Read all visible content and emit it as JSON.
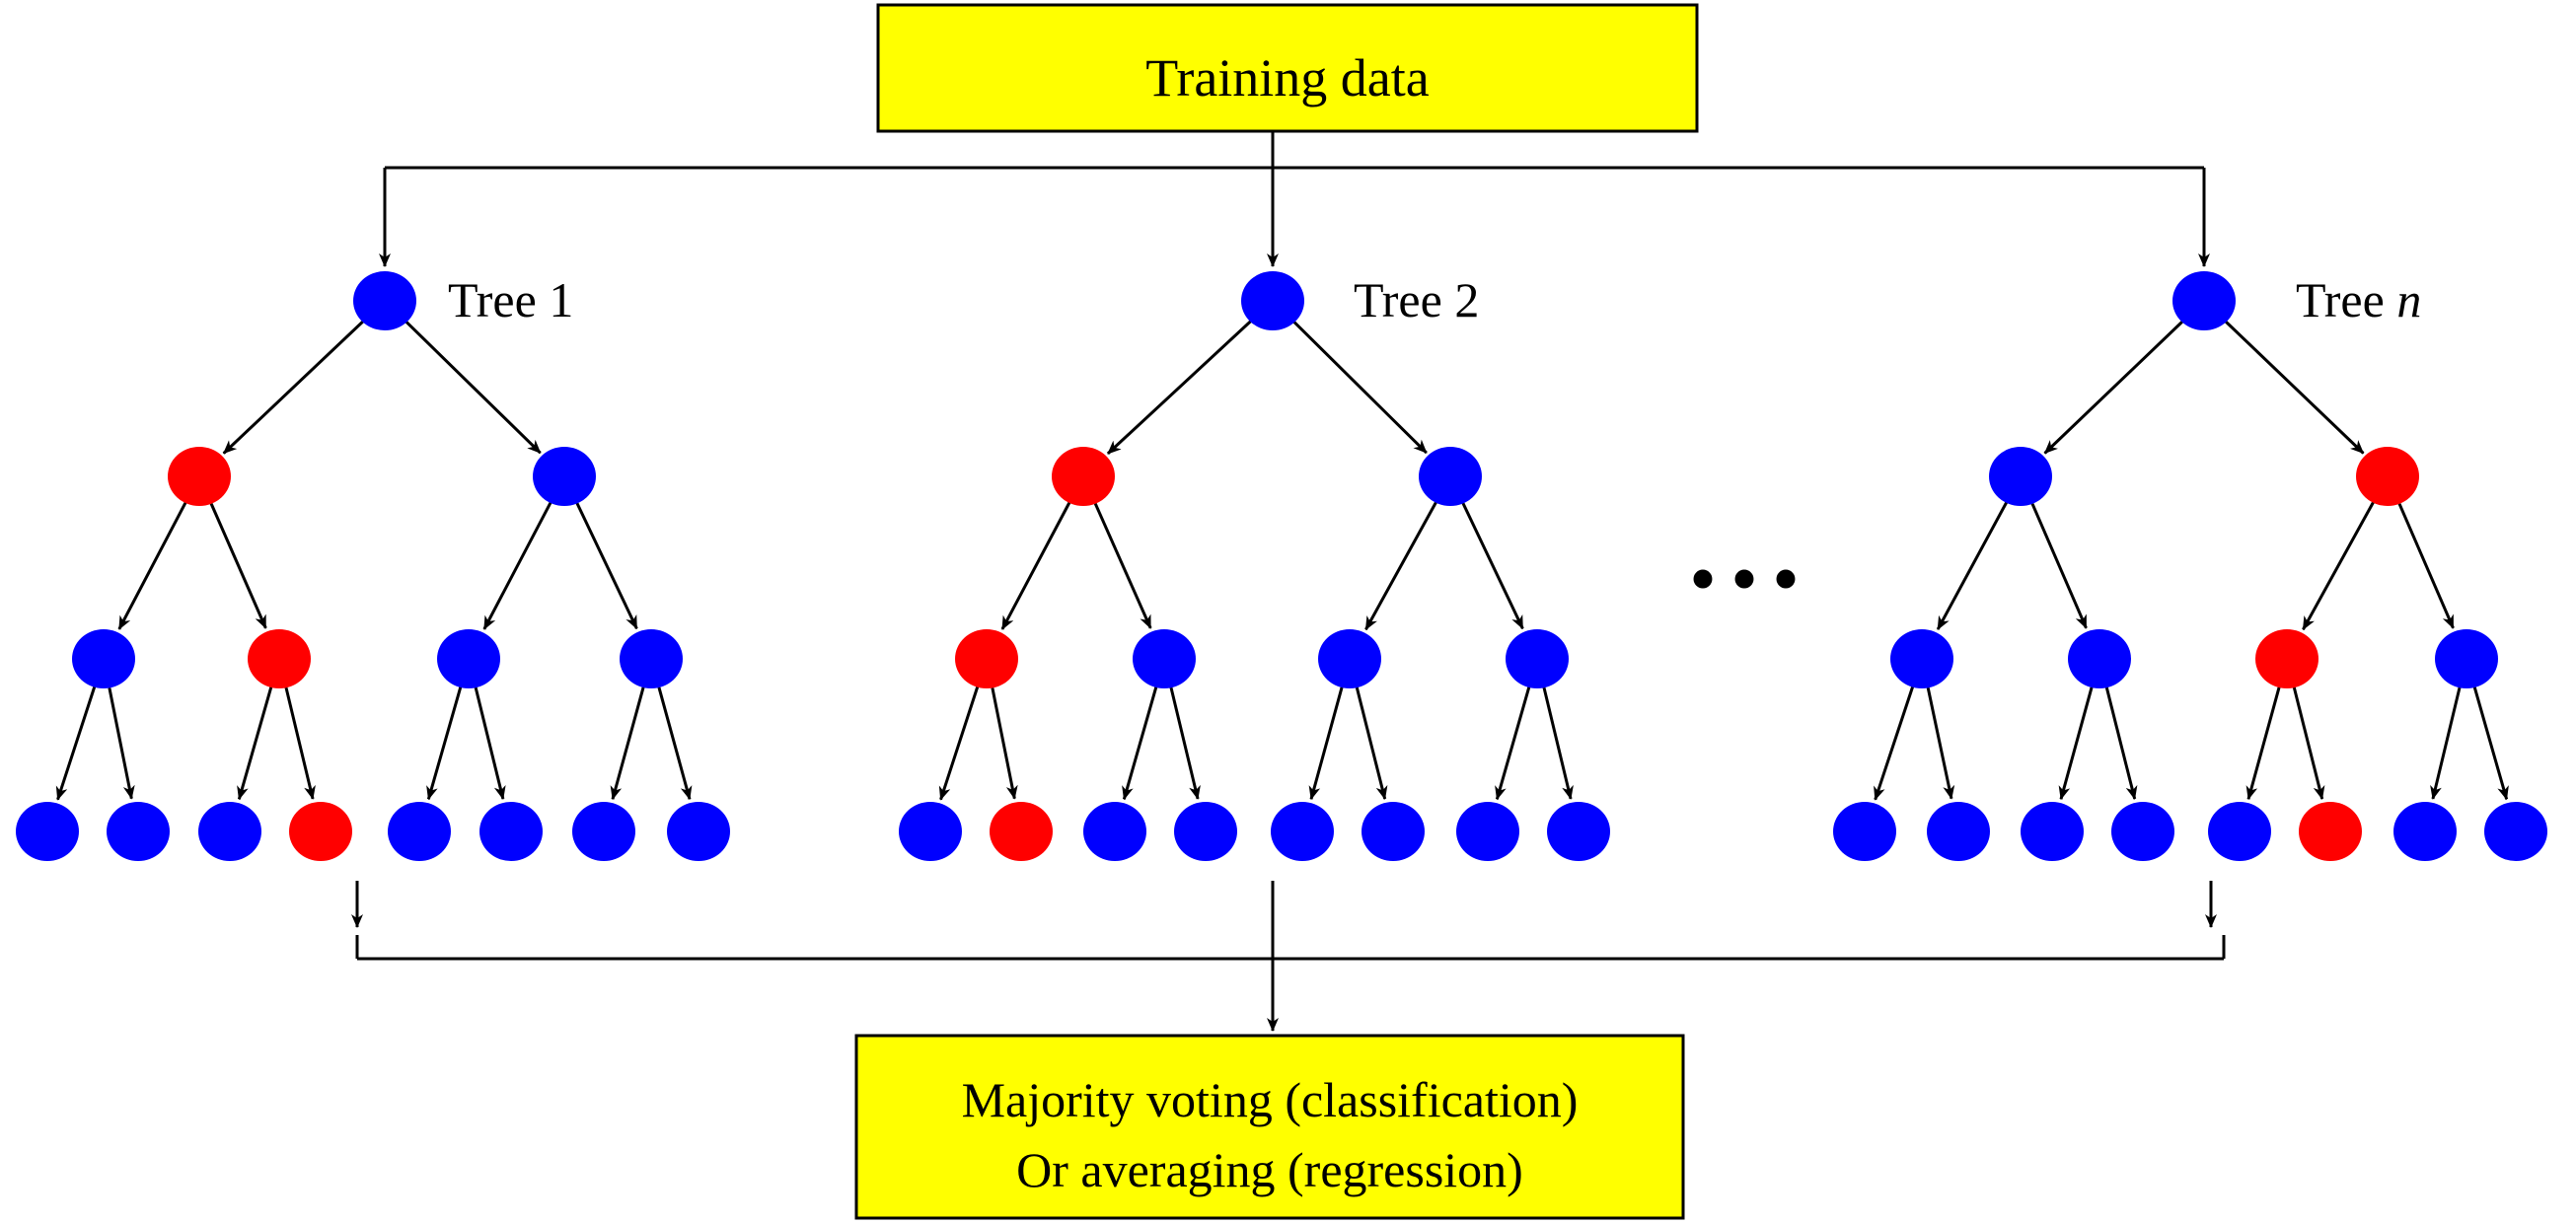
{
  "input_box": {
    "label": "Training data",
    "fill": "#ffff00"
  },
  "output_box": {
    "line1": "Majority voting (classification)",
    "line2": "Or averaging (regression)",
    "fill": "#ffff00"
  },
  "trees": [
    {
      "label": "Tree 1",
      "italic_part": "",
      "levels": [
        [
          "blue"
        ],
        [
          "red",
          "blue"
        ],
        [
          "blue",
          "red",
          "blue",
          "blue"
        ],
        [
          "blue",
          "blue",
          "blue",
          "red",
          "blue",
          "blue",
          "blue",
          "blue"
        ]
      ]
    },
    {
      "label": "Tree 2",
      "italic_part": "",
      "levels": [
        [
          "blue"
        ],
        [
          "red",
          "blue"
        ],
        [
          "red",
          "blue",
          "blue",
          "blue"
        ],
        [
          "blue",
          "red",
          "blue",
          "blue",
          "blue",
          "blue",
          "blue",
          "blue"
        ]
      ]
    },
    {
      "label": "Tree ",
      "italic_part": "n",
      "levels": [
        [
          "blue"
        ],
        [
          "blue",
          "red"
        ],
        [
          "blue",
          "blue",
          "red",
          "blue"
        ],
        [
          "blue",
          "blue",
          "blue",
          "blue",
          "blue",
          "red",
          "blue",
          "blue"
        ]
      ]
    }
  ],
  "ellipsis": "• • •",
  "colors": {
    "blue": "#0000ff",
    "red": "#ff0000",
    "line": "#000000"
  }
}
